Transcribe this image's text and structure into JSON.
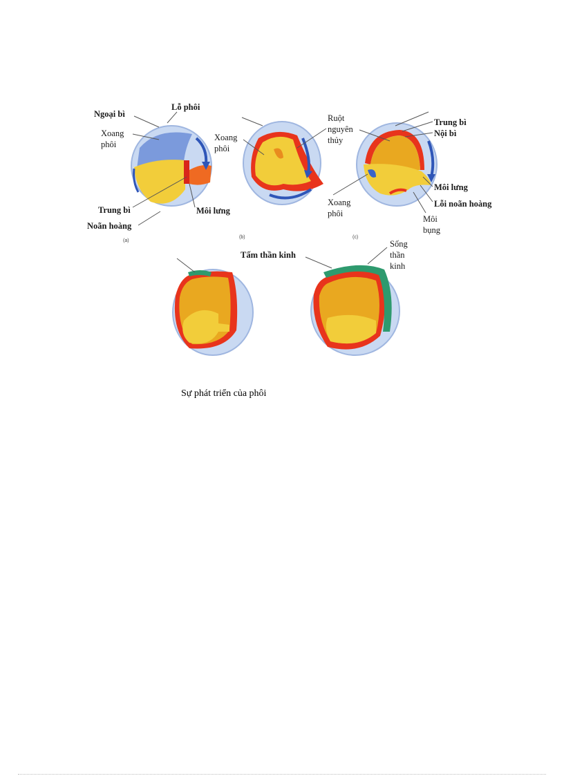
{
  "figure": {
    "panel_a": {
      "tag": "(a)",
      "labels": {
        "ngoai_bi": "Ngoại bì",
        "lo_phoi": "Lỗ phôi",
        "xoang_phoi_1": "Xoang",
        "xoang_phoi_2": "phôi",
        "trung_bi": "Trung bì",
        "moi_lung": "Môi lưng",
        "noan_hoang": "Noãn hoàng"
      }
    },
    "panel_b": {
      "tag": "(b)",
      "labels": {
        "xoang_phoi_1": "Xoang",
        "xoang_phoi_2": "phôi",
        "ruot_1": "Ruột",
        "ruot_2": "nguyên",
        "ruot_3": "thủy"
      }
    },
    "panel_c": {
      "tag": "(c)",
      "labels": {
        "trung_bi": "Trung bì",
        "noi_bi": "Nội bì",
        "moi_lung": "Môi lưng",
        "loi_noan_hoang": "Lỗi noãn hoàng",
        "xoang_phoi_1": "Xoang",
        "xoang_phoi_2": "phôi",
        "moi_bung_1": "Môi",
        "moi_bung_2": "bụng"
      }
    },
    "panel_d": {
      "labels": {
        "tam_than_kinh": "Tấm thần kinh",
        "song_1": "Sống",
        "song_2": "thần",
        "song_3": "kinh"
      }
    },
    "colors": {
      "ectoderm_blue": "#b9cdee",
      "blue_arrow": "#2f56b8",
      "yolk_yellow": "#f4cf3c",
      "mesoderm_red": "#e8341c",
      "endoderm_orange": "#f08a2a",
      "neural_green": "#2e9a6e"
    }
  },
  "caption": "Sự phát triển  của phôi"
}
